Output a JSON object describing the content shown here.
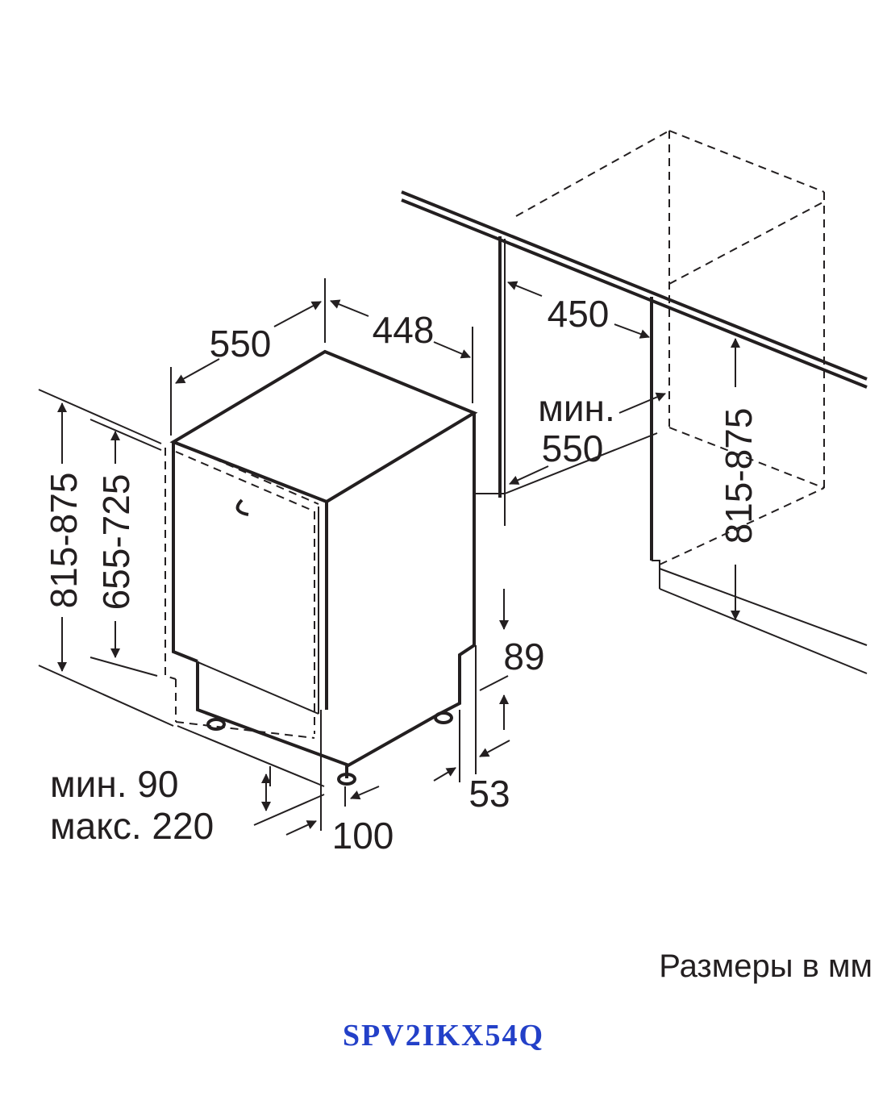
{
  "dimensions": {
    "depth": "550",
    "width": "448",
    "niche_width": "450",
    "niche_depth_min_label": "мин.",
    "niche_depth_min_value": "550",
    "height_range_appliance": "815-875",
    "height_range_front": "655-725",
    "height_range_niche": "815-875",
    "plinth_top": "89",
    "plinth_bottom": "53",
    "plinth_height_min": "мин. 90",
    "plinth_height_max": "макс. 220",
    "plinth_depth": "100"
  },
  "footer": {
    "units": "Размеры в мм",
    "model": "SPV2IKX54Q"
  },
  "colors": {
    "line": "#231f20",
    "model_text": "#2340c8"
  }
}
